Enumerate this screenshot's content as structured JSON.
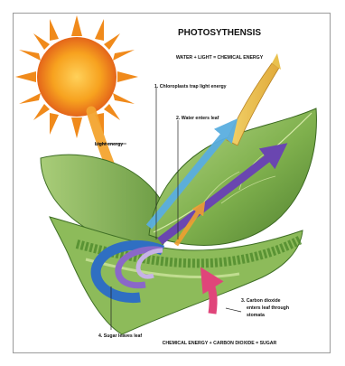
{
  "diagram": {
    "title": "PHOTOSYTHENSIS",
    "equation_top": "WATER + LIGHT = CHEMICAL ENERGY",
    "equation_bottom": "CHEMICAL ENERGY + CARBON DIOXIDE = SUGAR",
    "labels": {
      "light_energy": "Light energy",
      "step1": "1. Chloroplasts trap light energy",
      "step2": "2. Water enters leaf",
      "step3_line1": "3.  Carbon dioxide",
      "step3_line2": "enters leaf through",
      "step3_line3": "stomata",
      "step4": "4. Sugar leaves leaf"
    },
    "colors": {
      "sun": "#f28a1b",
      "sun_core": "#f7a21f",
      "leaf_light": "#9cc26a",
      "leaf_dark": "#5f8f3a",
      "water_arrow": "#63b7e6",
      "light_arrow": "#f0a030",
      "sugar_arrow": "#2f6fc2",
      "co2_arrow": "#e0457a",
      "purple_arrow": "#7a54b8"
    }
  }
}
